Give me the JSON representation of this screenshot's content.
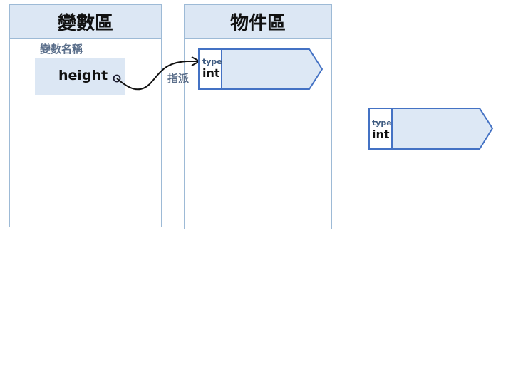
{
  "variable_area": {
    "title": "變數區",
    "caption": "變數名稱",
    "variable_name": "height"
  },
  "object_area": {
    "title": "物件區"
  },
  "assign_label": "指派",
  "objects": [
    {
      "type_label": "type",
      "type_value": "int"
    },
    {
      "type_label": "type",
      "type_value": "int"
    }
  ],
  "colors": {
    "header_fill": "#dce7f4",
    "panel_border": "#9dbad6",
    "object_border": "#4472c4",
    "object_fill": "#dde8f5",
    "label_text": "#5a6e8a"
  }
}
